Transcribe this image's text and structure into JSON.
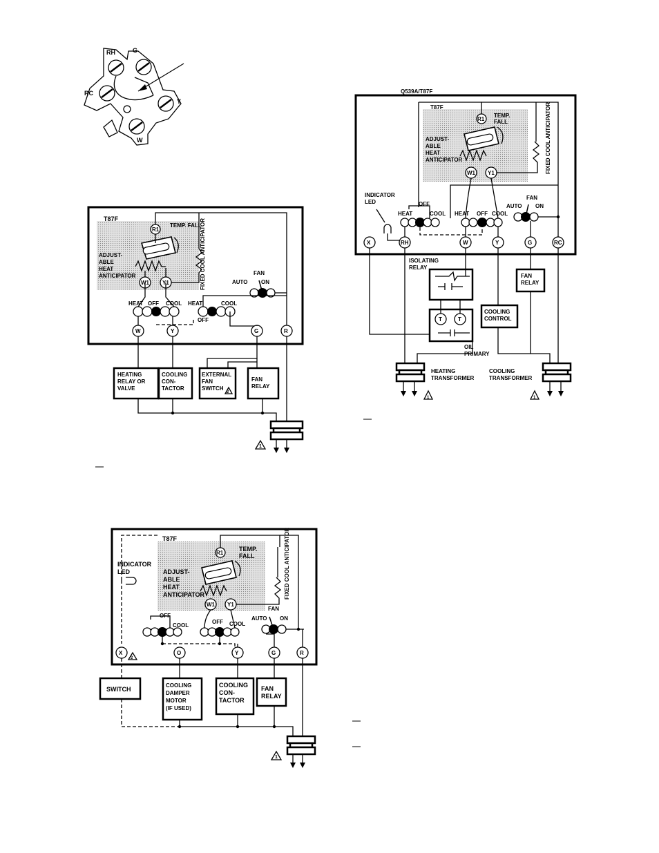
{
  "terminal_strip": {
    "labels": [
      "RH",
      "G",
      "RC",
      "Y",
      "W"
    ]
  },
  "diagram_a": {
    "model": "T87F",
    "temp_fall": "TEMP. FALL",
    "heat_anticipator": "ADJUST- ABLE HEAT ANTICIPATOR",
    "cool_anticipator": "FIXED COOL ANTICIPATOR",
    "fan": "FAN",
    "auto": "AUTO",
    "on": "ON",
    "heat": "HEAT",
    "off": "OFF",
    "cool": "COOL",
    "terminals": [
      "W",
      "Y",
      "G",
      "R"
    ],
    "devices": [
      "HEATING RELAY OR VALVE",
      "COOLING CON- TACTOR",
      "EXTERNAL FAN SWITCH",
      "FAN RELAY"
    ],
    "note_marks": [
      "2",
      "1"
    ]
  },
  "diagram_b": {
    "model": "T87F",
    "temp_fall": "TEMP. FALL",
    "heat_anticipator": "ADJUST- ABLE HEAT ANTICIPATOR",
    "cool_anticipator": "FIXED COOL ANTICIPATOR",
    "indicator": "INDICATOR LED",
    "fan": "FAN",
    "auto": "AUTO",
    "on": "ON",
    "off": "OFF",
    "cool": "COOL",
    "terminals": [
      "X",
      "O",
      "Y",
      "G",
      "R"
    ],
    "devices": [
      "SWITCH",
      "COOLING DAMPER MOTOR (IF USED)",
      "COOLING CON- TACTOR",
      "FAN RELAY"
    ],
    "note_marks": [
      "2",
      "1"
    ]
  },
  "diagram_c": {
    "subbase": "Q539A/T87F",
    "model": "T87F",
    "temp_fall": "TEMP. FALL",
    "heat_anticipator": "ADJUST- ABLE HEAT ANTICIPATOR",
    "cool_anticipator": "FIXED COOL ANTICIPATOR",
    "indicator": "INDICATOR LED",
    "fan": "FAN",
    "auto": "AUTO",
    "on": "ON",
    "heat": "HEAT",
    "off": "OFF",
    "cool": "COOL",
    "terminals": [
      "X",
      "RH",
      "W",
      "Y",
      "G",
      "RC"
    ],
    "isolating_relay": "ISOLATING RELAY",
    "fan_relay": "FAN RELAY",
    "cooling_control": "COOLING CONTROL",
    "oil_primary": "OIL PRIMARY",
    "heating_transformer": "HEATING TRANSFORMER",
    "cooling_transformer": "COOLING TRANSFORMER",
    "note_marks": [
      "1",
      "1"
    ]
  }
}
